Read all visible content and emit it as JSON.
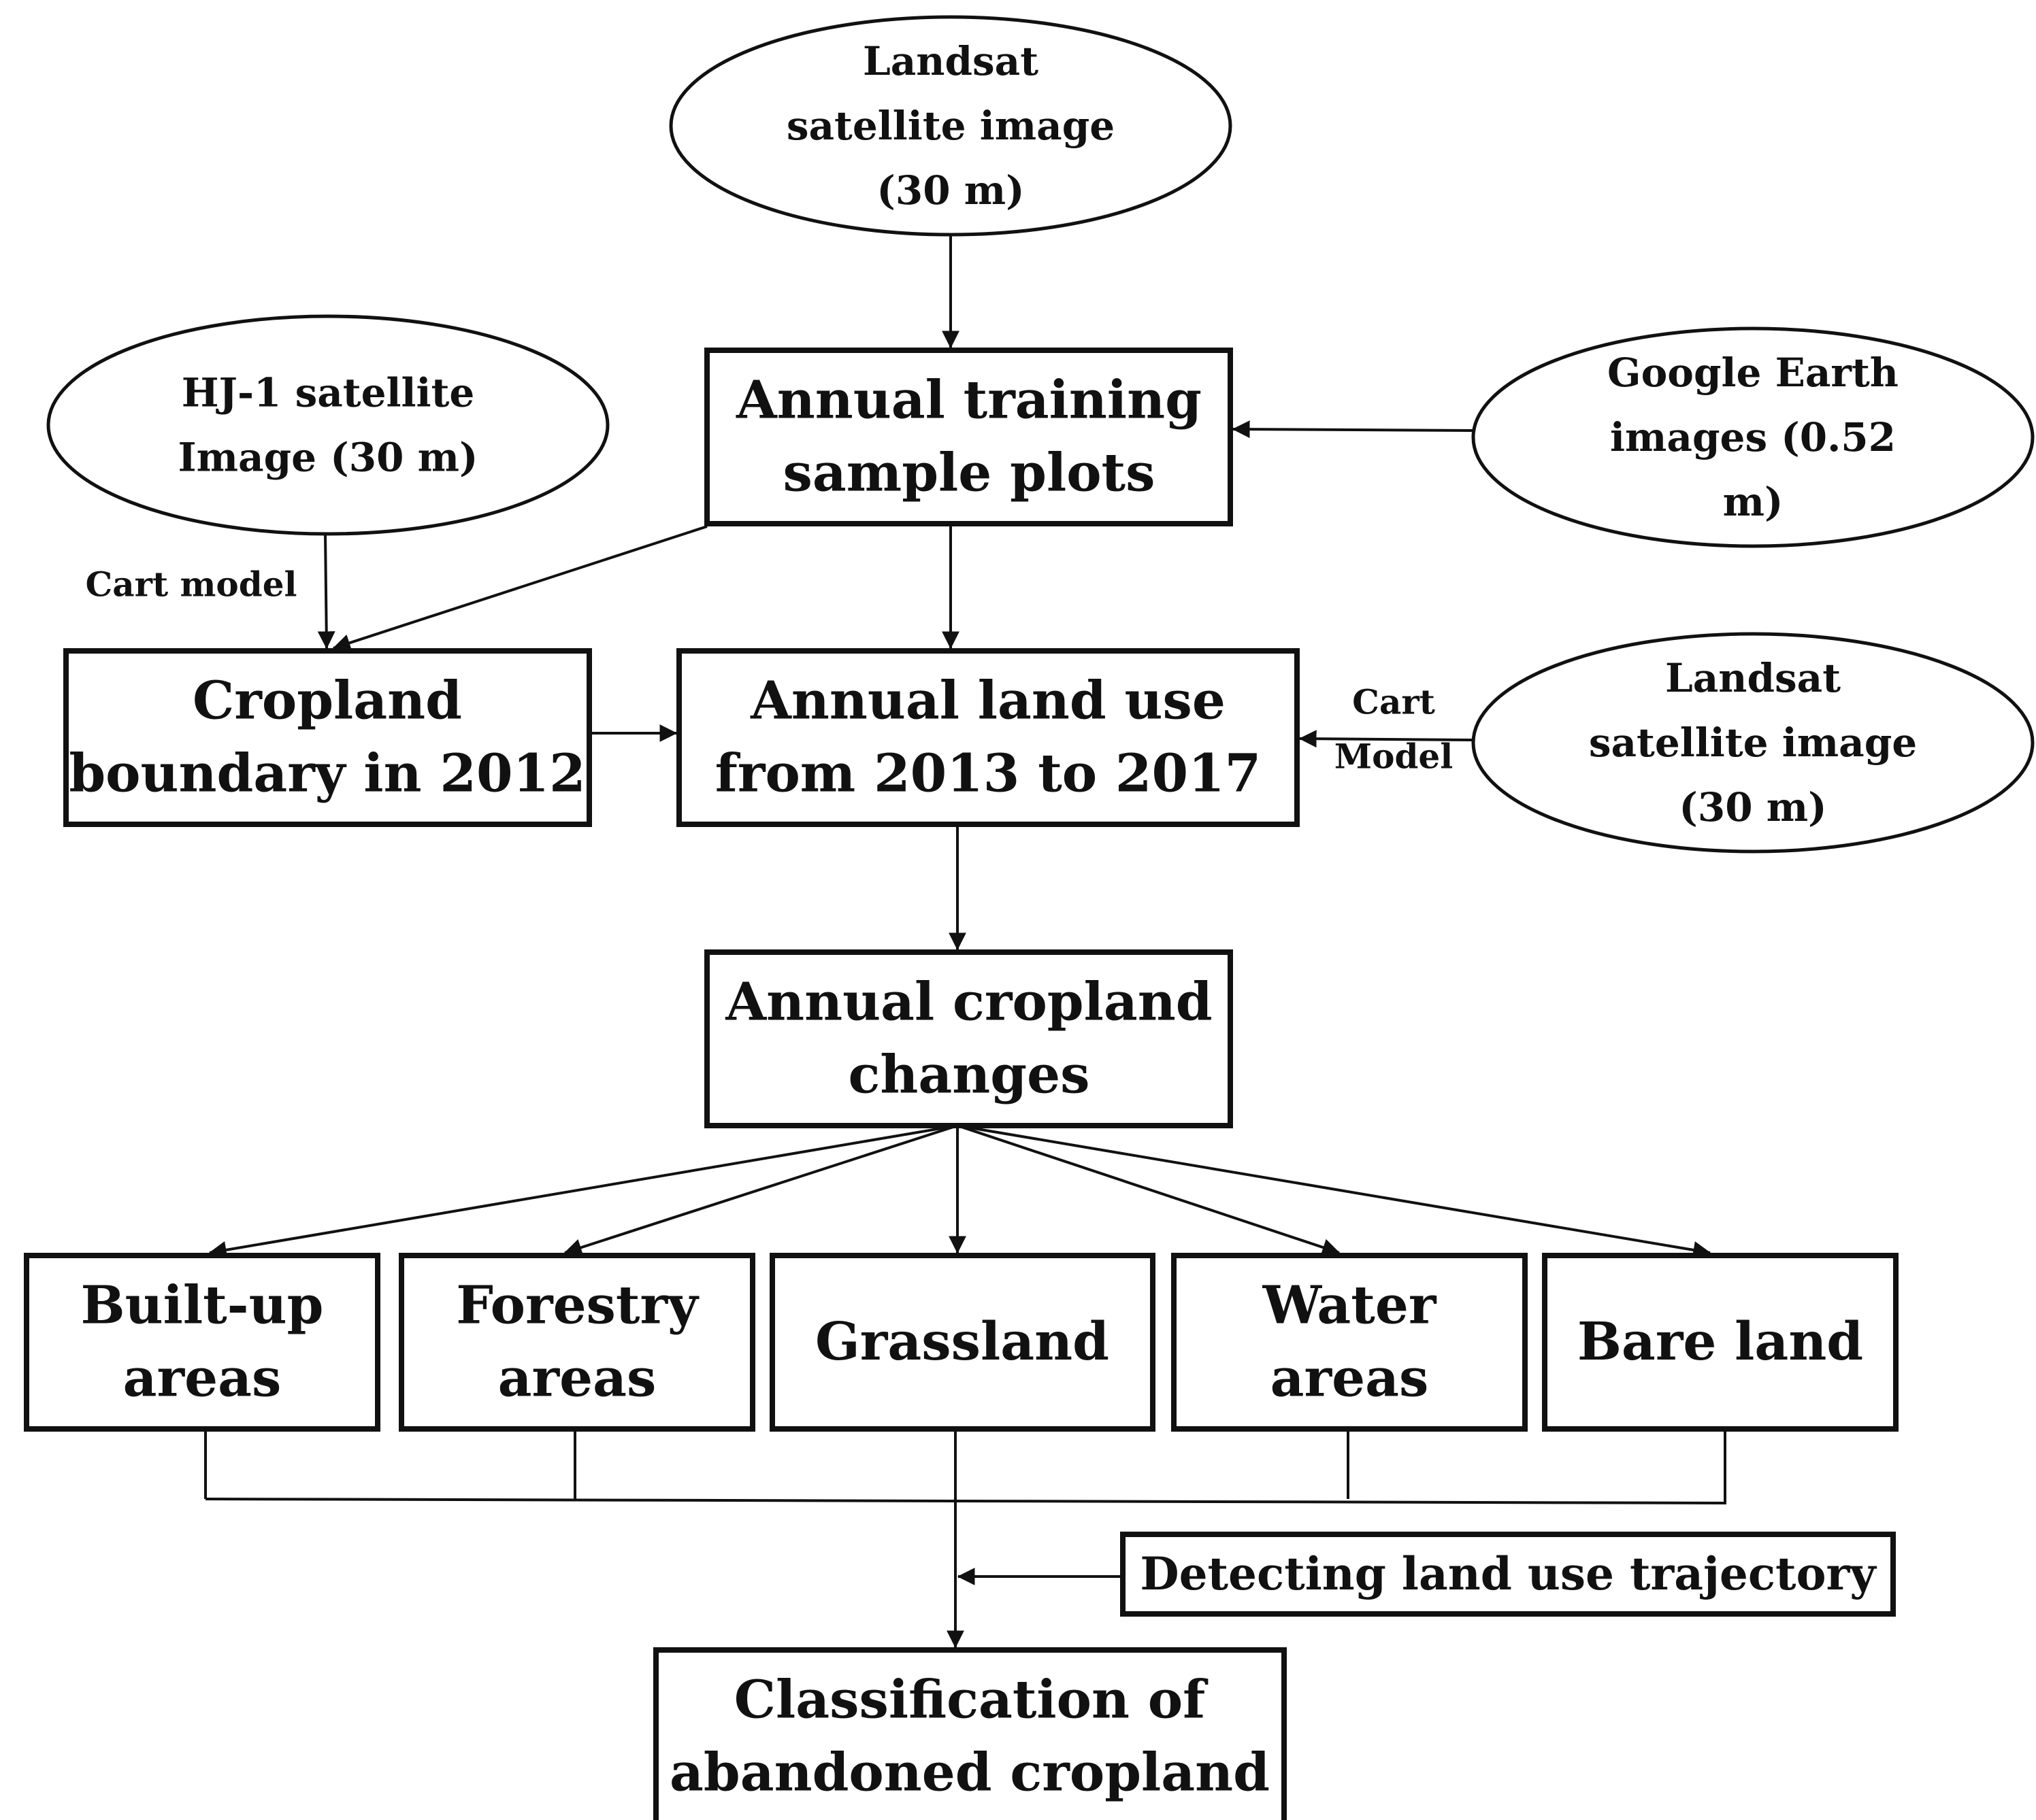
{
  "nodes": {
    "landsat_top": {
      "lines": [
        "Landsat",
        "satellite image",
        "(30 m)"
      ]
    },
    "hj1": {
      "lines": [
        "HJ-1 satellite",
        "Image (30 m)"
      ]
    },
    "google_earth": {
      "lines": [
        "Google Earth",
        "images (0.52",
        "m)"
      ]
    },
    "landsat_right": {
      "lines": [
        "Landsat",
        "satellite image",
        "(30 m)"
      ]
    },
    "training": {
      "lines": [
        "Annual training",
        "sample plots"
      ]
    },
    "cropland_boundary": {
      "lines": [
        "Cropland",
        "boundary in 2012"
      ]
    },
    "land_use": {
      "lines": [
        "Annual land use",
        "from 2013 to 2017"
      ]
    },
    "cropland_changes": {
      "lines": [
        "Annual cropland",
        "changes"
      ]
    },
    "builtup": {
      "lines": [
        "Built-up",
        "areas"
      ]
    },
    "forestry": {
      "lines": [
        "Forestry",
        "areas"
      ]
    },
    "grassland": {
      "lines": [
        "Grassland"
      ]
    },
    "water": {
      "lines": [
        "Water",
        "areas"
      ]
    },
    "bareland": {
      "lines": [
        "Bare land"
      ]
    },
    "trajectory": {
      "lines": [
        "Detecting land use trajectory"
      ]
    },
    "classification": {
      "lines": [
        "Classification of",
        "abandoned cropland"
      ]
    }
  },
  "edge_labels": {
    "cart_left": {
      "lines": [
        "Cart model"
      ]
    },
    "cart_right": {
      "lines": [
        "Cart",
        "Model"
      ]
    }
  }
}
